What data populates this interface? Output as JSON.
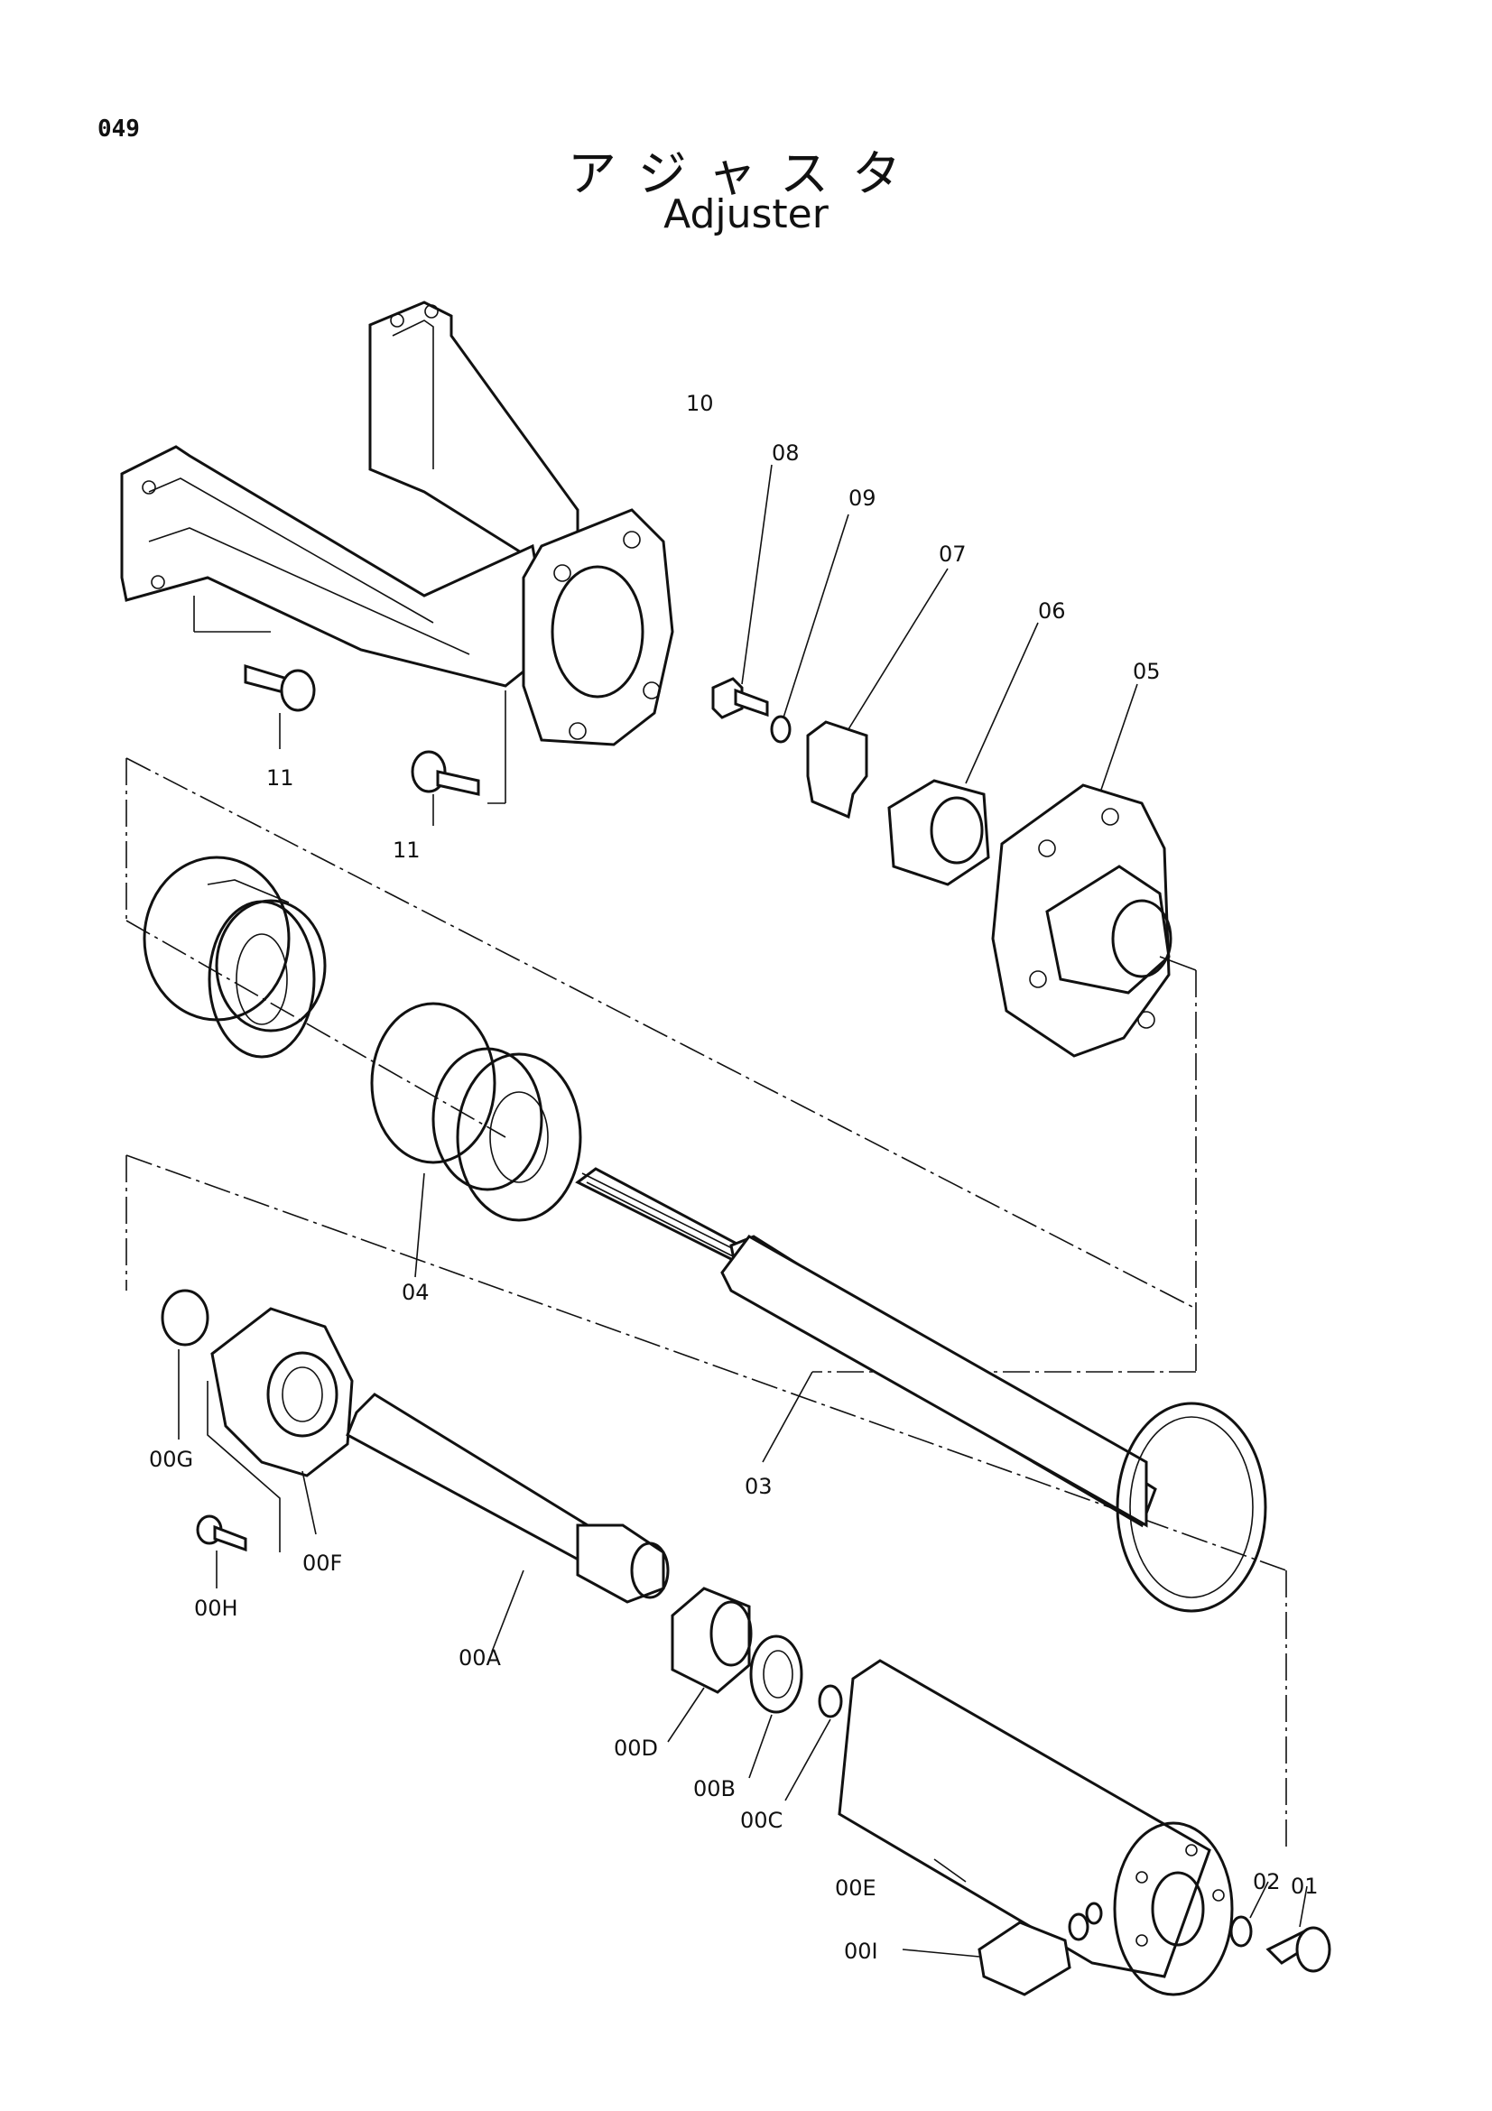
{
  "page_number": "049",
  "title_jp": "アジャスタ",
  "title_en": "Adjuster",
  "parts": {
    "p01": "01",
    "p02": "02",
    "p03": "03",
    "p04": "04",
    "p05": "05",
    "p06": "06",
    "p07": "07",
    "p08": "08",
    "p09": "09",
    "p10": "10",
    "p11a": "11",
    "p11b": "11",
    "p00A": "00A",
    "p00B": "00B",
    "p00C": "00C",
    "p00D": "00D",
    "p00E": "00E",
    "p00F": "00F",
    "p00G": "00G",
    "p00H": "00H",
    "p00I": "00I"
  }
}
